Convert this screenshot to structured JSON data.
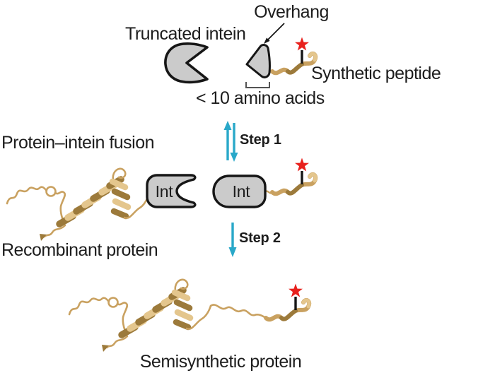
{
  "figure": {
    "top_row": {
      "overhang_label": "Overhang",
      "truncated_intein_label": "Truncated intein",
      "synthetic_peptide_label": "Synthetic peptide",
      "amino_acids_label": "< 10 amino acids"
    },
    "steps": {
      "step1_label": "Step 1",
      "step2_label": "Step 2"
    },
    "middle_row": {
      "protein_intein_fusion_label": "Protein–intein fusion",
      "recombinant_protein_label": "Recombinant protein",
      "int_left_label": "Int",
      "int_right_label": "Int"
    },
    "bottom_row": {
      "semisynthetic_protein_label": "Semisynthetic protein"
    }
  },
  "colors": {
    "arrow_teal": "#29a8c9",
    "star_red": "#e8211d",
    "intein_gray": "#cbcbcb",
    "outline": "#161616",
    "ribbon_tan": "#c9a160",
    "ribbon_dark": "#9c7a3b",
    "ribbon_light": "#e4c astray"
  }
}
